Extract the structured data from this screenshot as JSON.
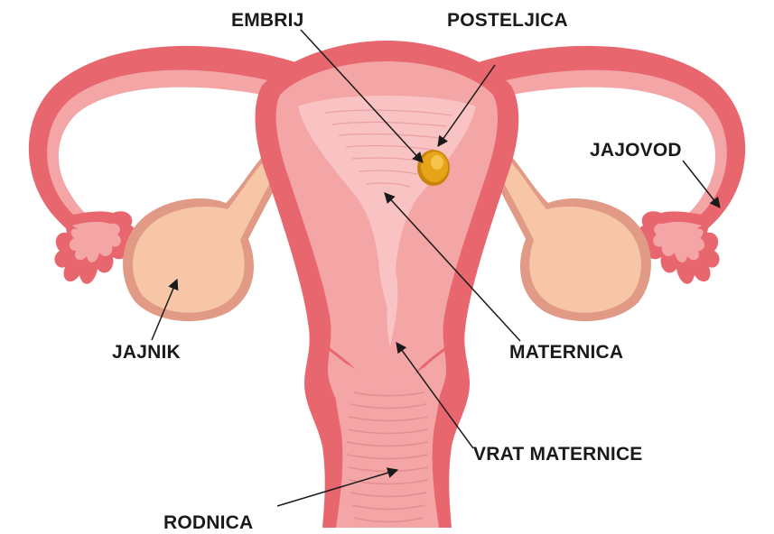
{
  "labels": {
    "embrij": "EMBRIJ",
    "posteljica": "POSTELJICA",
    "jajovod": "JAJOVOD",
    "jajnik": "JAJNIK",
    "maternica": "MATERNICA",
    "vrat_maternice": "VRAT MATERNICE",
    "rodnica": "RODNICA"
  },
  "colors": {
    "outer_tissue": "#e8676f",
    "inner_tissue": "#f4a5a6",
    "cavity": "#f8c3c2",
    "ovary": "#f6c6a6",
    "ovary_outline": "#e09a86",
    "embryo": "#e8a419",
    "background": "#ffffff"
  }
}
